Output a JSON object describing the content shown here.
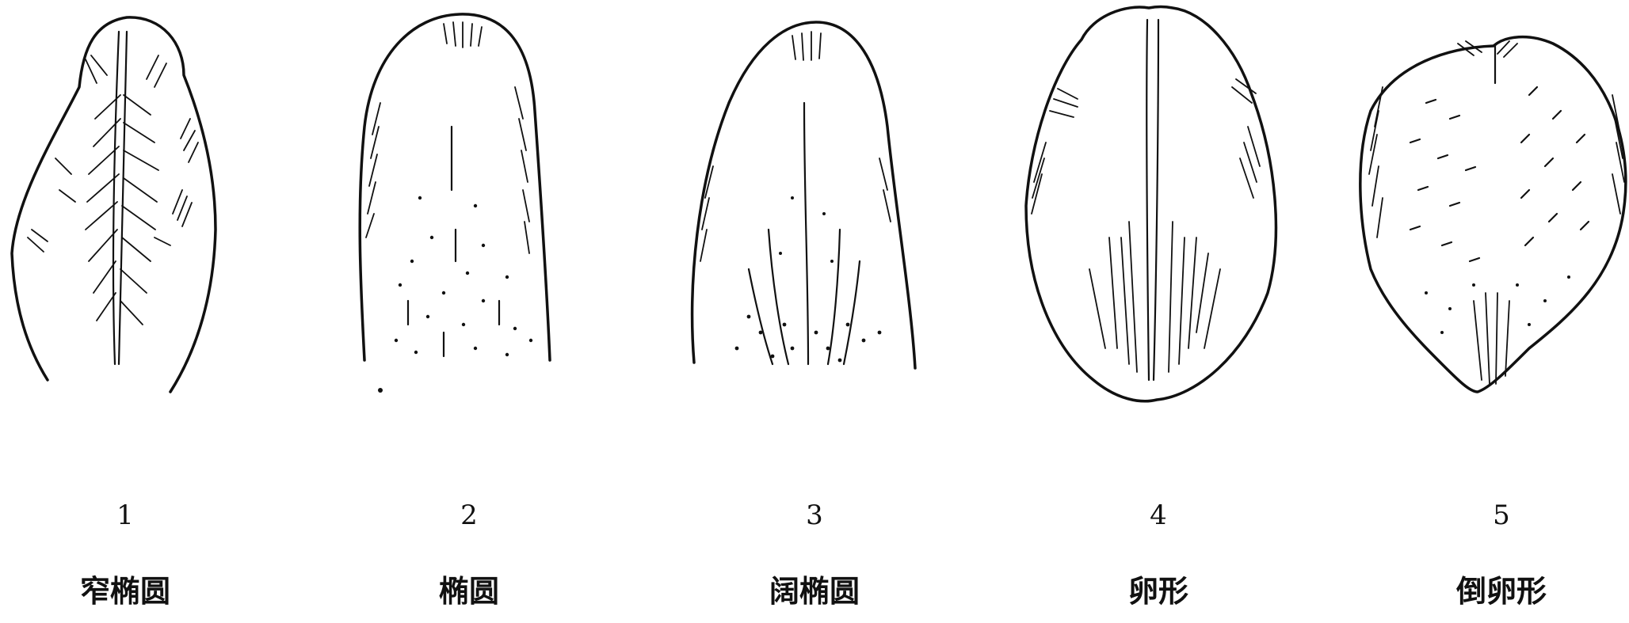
{
  "shapes": [
    {
      "number": "1",
      "caption": "窄椭圆"
    },
    {
      "number": "2",
      "caption": "椭圆"
    },
    {
      "number": "3",
      "caption": "阔椭圆"
    },
    {
      "number": "4",
      "caption": "卵形"
    },
    {
      "number": "5",
      "caption": "倒卵形"
    }
  ]
}
